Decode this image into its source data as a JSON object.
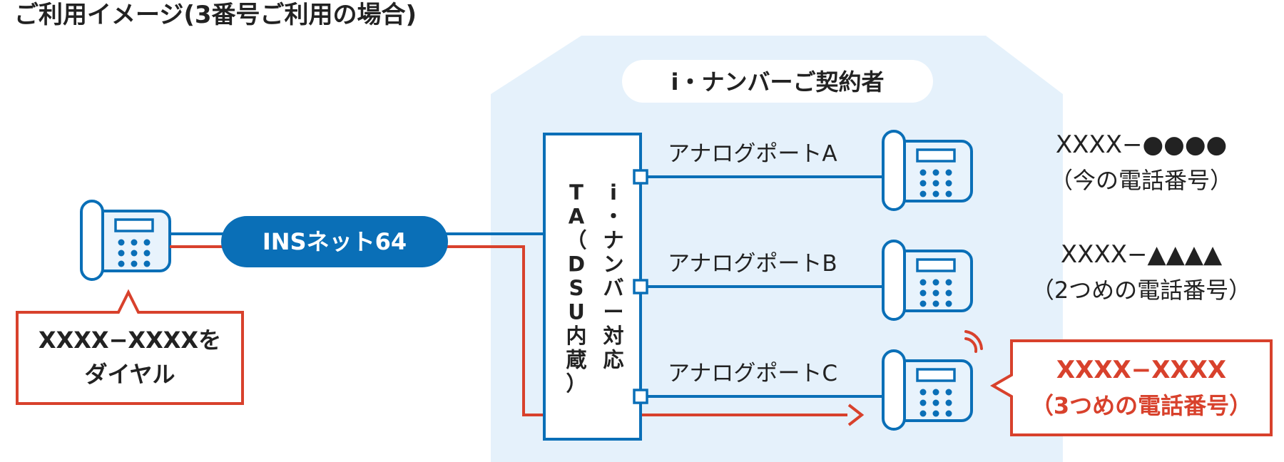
{
  "title": "ご利用イメージ(3番号ご利用の場合)",
  "contractor_label": "i・ナンバーご契約者",
  "network_label": "INSネット64",
  "caller_bubble": {
    "line1": "XXXX−XXXXを",
    "line2": "ダイヤル"
  },
  "ta_device": {
    "col1": [
      "i",
      "・",
      "ナ",
      "ン",
      "バ",
      "ー",
      "対",
      "応"
    ],
    "col2": [
      "T",
      "A",
      "（",
      "D",
      "S",
      "U",
      "内",
      "蔵",
      "）"
    ]
  },
  "ports": [
    {
      "label": "アナログポートA",
      "number": "XXXX−●●●●",
      "note": "（今の電話番号）",
      "highlight": false
    },
    {
      "label": "アナログポートB",
      "number": "XXXX−▲▲▲▲",
      "note": "（2つめの電話番号）",
      "highlight": false
    },
    {
      "label": "アナログポートC",
      "number": "XXXX−XXXX",
      "note": "（3つめの電話番号）",
      "highlight": true
    }
  ],
  "colors": {
    "blue": "#0a6fb7",
    "red": "#d8412c",
    "area_fill": "#e5f1fb",
    "phone_fill": "#e8f3fc",
    "text": "#222222"
  },
  "icons": [
    "telephone-icon",
    "ringing-signal-icon",
    "arrow-right-icon"
  ]
}
